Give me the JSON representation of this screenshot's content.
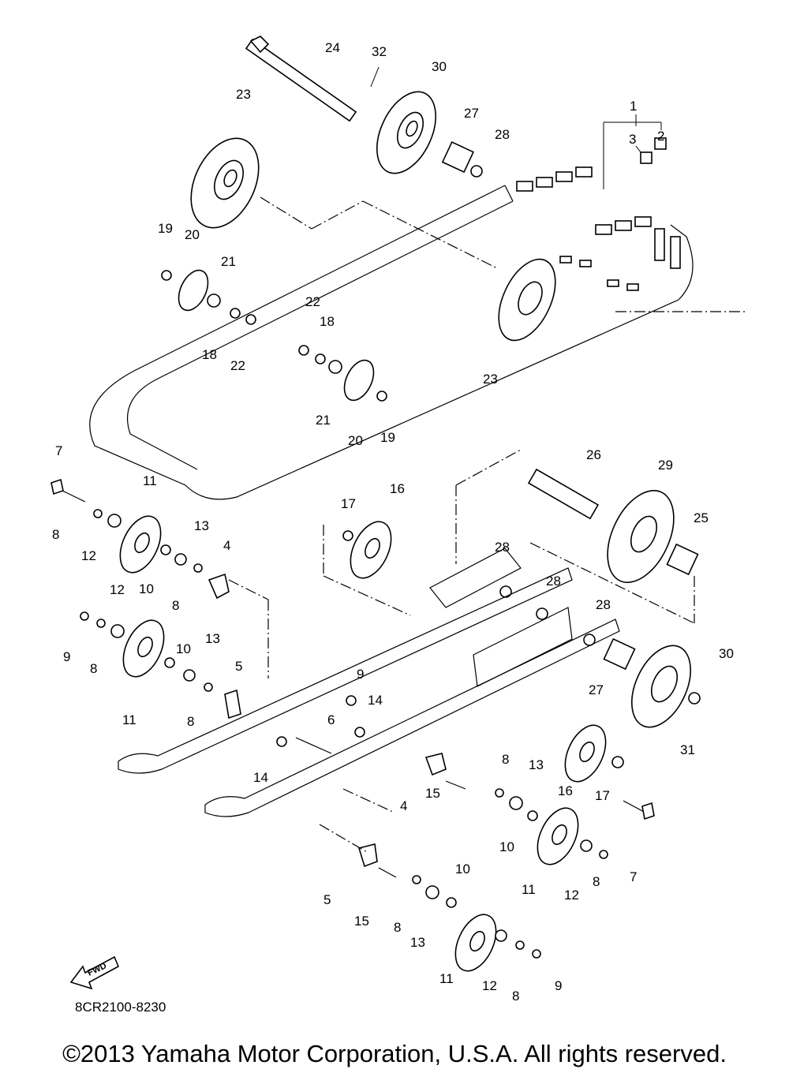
{
  "diagram": {
    "drawing_code": "8CR2100-8230",
    "fwd_label": "FWD",
    "callouts": [
      "1",
      "2",
      "3",
      "4",
      "5",
      "6",
      "7",
      "8",
      "9",
      "10",
      "11",
      "12",
      "13",
      "14",
      "15",
      "16",
      "17",
      "18",
      "19",
      "20",
      "21",
      "22",
      "23",
      "24",
      "25",
      "26",
      "27",
      "28",
      "29",
      "30",
      "31",
      "32"
    ]
  },
  "footer": {
    "copyright": "©2013 Yamaha Motor Corporation, U.S.A. All rights reserved."
  }
}
